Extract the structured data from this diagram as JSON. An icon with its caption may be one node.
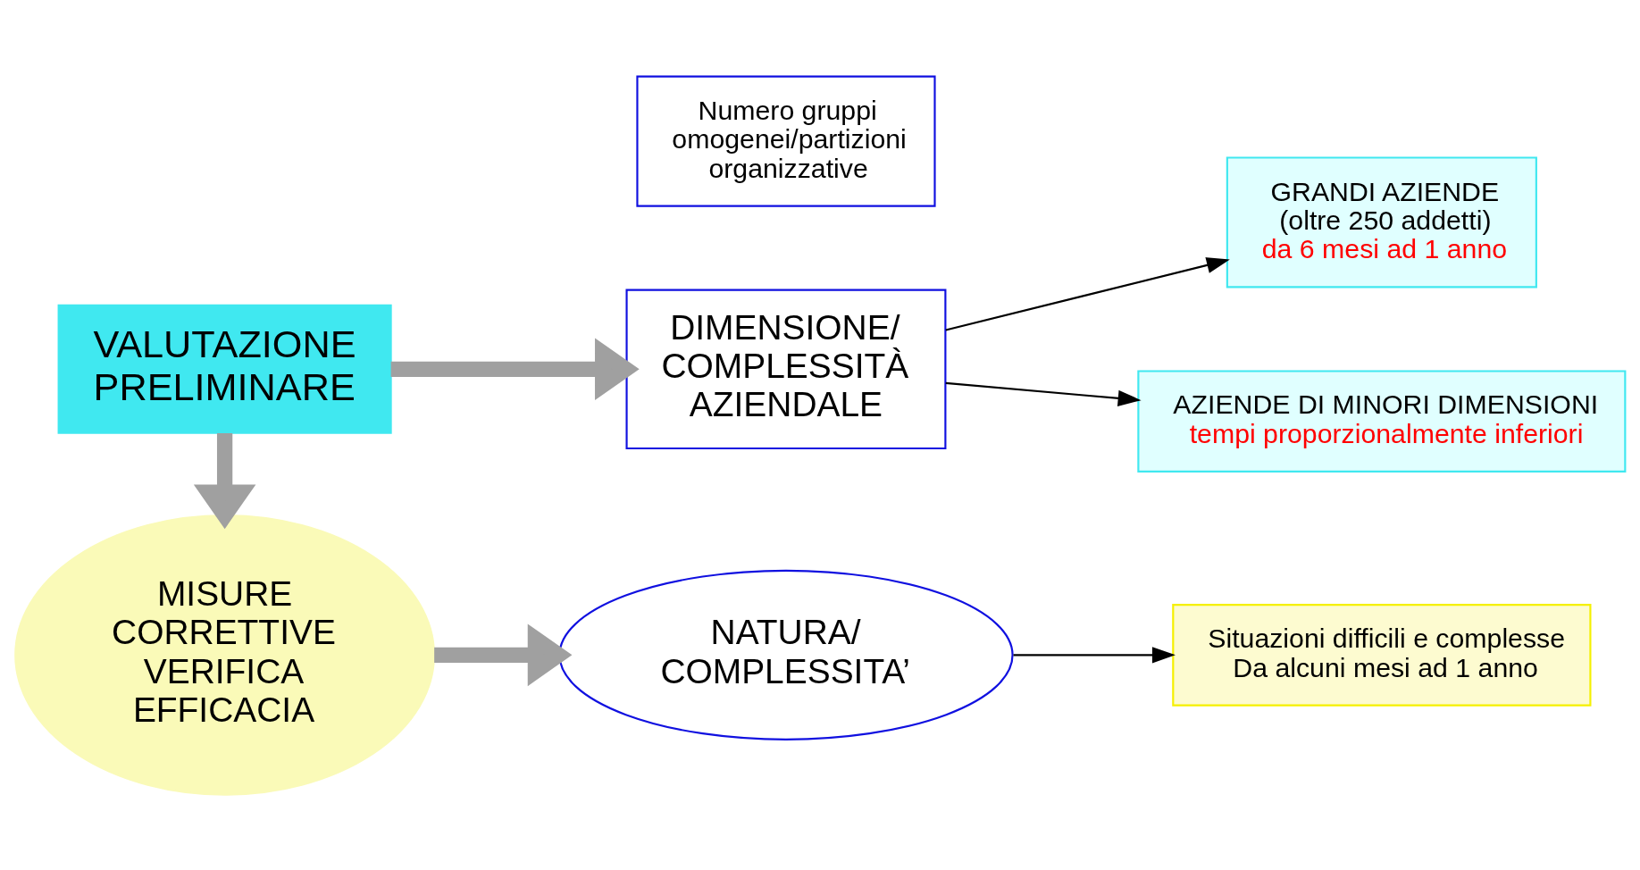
{
  "diagram": {
    "nodes": [
      {
        "text": [
          "VALUTAZIONE PRELIMINARE"
        ]
      },
      {
        "text": [
          "DIMENSIONE/ COMPLESSITÀ AZIENDALE"
        ]
      },
      {
        "text": [
          "GRANDI AZIENDE",
          "(oltre 250 addetti)",
          "da 6 mesi ad 1 anno"
        ]
      },
      {
        "text": [
          "AZIENDE DI MINORI DIMENSIONI",
          "tempi proporzionalmente inferiori"
        ]
      },
      {
        "text": [
          "Numero gruppi omogenei/partizioni organizzative"
        ]
      },
      {
        "text": [
          "MISURE CORRETTIVE VERIFICA EFFICACIA"
        ]
      },
      {
        "text": [
          "NATURA/ COMPLESSITA’"
        ]
      },
      {
        "text": [
          "Situazioni difficili e complesse",
          "Da alcuni mesi ad 1 anno"
        ]
      }
    ],
    "edges": [
      {
        "from": 0,
        "to": 1,
        "arrow": "to",
        "style": "thick"
      },
      {
        "from": 1,
        "to": 2,
        "arrow": "to",
        "color": "#000000"
      },
      {
        "from": 1,
        "to": 3,
        "arrow": "to",
        "color": "#000000"
      },
      {
        "from": 0,
        "to": 5,
        "arrow": "to",
        "style": "thick"
      },
      {
        "from": 5,
        "to": 6,
        "arrow": "to",
        "style": "thick"
      },
      {
        "from": 6,
        "to": 7,
        "arrow": "to",
        "color": "#000000"
      }
    ]
  }
}
